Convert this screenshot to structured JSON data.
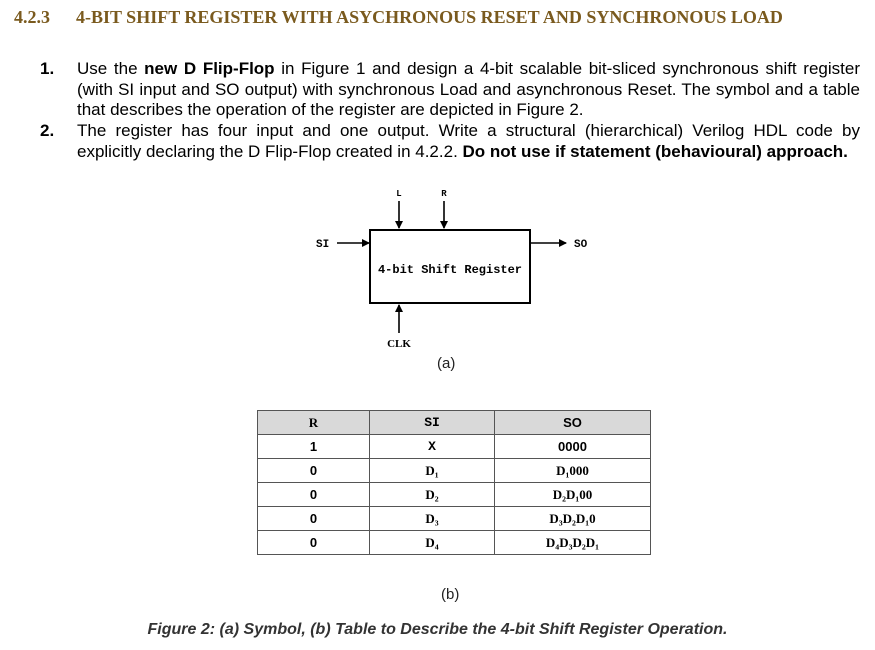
{
  "heading": {
    "number": "4.2.3",
    "title": "4-BIT SHIFT REGISTER WITH ASYCHRONOUS RESET AND SYNCHRONOUS LOAD"
  },
  "items": [
    {
      "num": "1.",
      "t1": "Use the ",
      "b1": "new D Flip-Flop",
      "t2": " in Figure 1 and design a 4-bit scalable bit-sliced synchronous shift register (with SI input and SO output) with synchronous Load and asynchronous Reset. The symbol and a table that describes the operation of the register are depicted in Figure 2."
    },
    {
      "num": "2.",
      "t1": "The register has four input and one output. Write a structural (hierarchical) Verilog HDL code by explicitly declaring the D Flip-Flop created in 4.2.2. ",
      "b1": "Do not use if statement (behavioural) approach."
    }
  ],
  "symbol": {
    "block_label": "4-bit Shift Register",
    "in_si": "SI",
    "out_so": "SO",
    "in_l": "L",
    "in_r": "R",
    "in_clk": "CLK",
    "sublabel": "(a)"
  },
  "table": {
    "headers": [
      "R",
      "SI",
      "SO"
    ],
    "rows": [
      [
        "1",
        "X",
        "0000"
      ],
      [
        "0",
        "D₁",
        "D₁000"
      ],
      [
        "0",
        "D₂",
        "D₂D₁00"
      ],
      [
        "0",
        "D₃",
        "D₃D₂D₁0"
      ],
      [
        "0",
        "D₄",
        "D₄D₃D₂D₁"
      ]
    ],
    "sublabel": "(b)"
  },
  "caption": "Figure 2: (a) Symbol, (b) Table to Describe the 4-bit Shift Register Operation."
}
